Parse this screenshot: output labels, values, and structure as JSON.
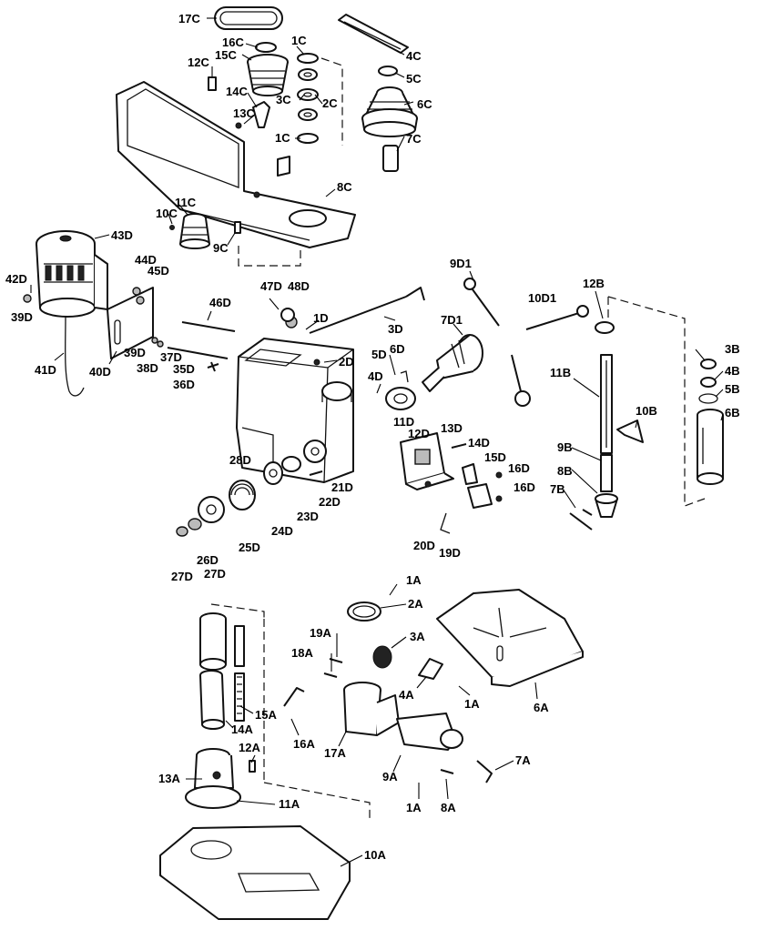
{
  "diagram": {
    "labels": {
      "p17C": "17C",
      "p16C": "16C",
      "p15C": "15C",
      "p12C": "12C",
      "p14C": "14C",
      "p13C": "13C",
      "p1C_a": "1C",
      "p3C": "3C",
      "p2C": "2C",
      "p1C_b": "1C",
      "p4C": "4C",
      "p5C": "5C",
      "p6C": "6C",
      "p7C": "7C",
      "p8C": "8C",
      "p11C": "11C",
      "p10C": "10C",
      "p9C": "9C",
      "p43D": "43D",
      "p44D": "44D",
      "p45D": "45D",
      "p42D": "42D",
      "p39D_a": "39D",
      "p41D": "41D",
      "p40D": "40D",
      "p39D_b": "39D",
      "p38D": "38D",
      "p37D": "37D",
      "p35D": "35D",
      "p36D": "36D",
      "p46D": "46D",
      "p47D": "47D",
      "p48D": "48D",
      "p1D": "1D",
      "p2D": "2D",
      "p3D": "3D",
      "p9D1": "9D1",
      "p7D1": "7D1",
      "p5D": "5D",
      "p6D": "6D",
      "p4D": "4D",
      "p11D": "11D",
      "p12D": "12D",
      "p13D": "13D",
      "p14D": "14D",
      "p15D": "15D",
      "p16D_a": "16D",
      "p16D_b": "16D",
      "p28D": "28D",
      "p21D": "21D",
      "p22D": "22D",
      "p23D": "23D",
      "p24D": "24D",
      "p25D": "25D",
      "p26D": "26D",
      "p27D_a": "27D",
      "p27D_b": "27D",
      "p20D": "20D",
      "p19D": "19D",
      "p10D1": "10D1",
      "p12B": "12B",
      "p11B": "11B",
      "p10B": "10B",
      "p9B": "9B",
      "p8B": "8B",
      "p7B": "7B",
      "p3B": "3B",
      "p4B": "4B",
      "p5B": "5B",
      "p6B": "6B",
      "p1A_a": "1A",
      "p2A": "2A",
      "p19A": "19A",
      "p3A": "3A",
      "p18A": "18A",
      "p4A": "4A",
      "p1A_b": "1A",
      "p6A": "6A",
      "p15A": "15A",
      "p14A": "14A",
      "p16A": "16A",
      "p17A": "17A",
      "p12A": "12A",
      "p13A": "13A",
      "p9A": "9A",
      "p7A": "7A",
      "p1A_c": "1A",
      "p8A": "8A",
      "p11A": "11A",
      "p10A": "10A"
    }
  }
}
